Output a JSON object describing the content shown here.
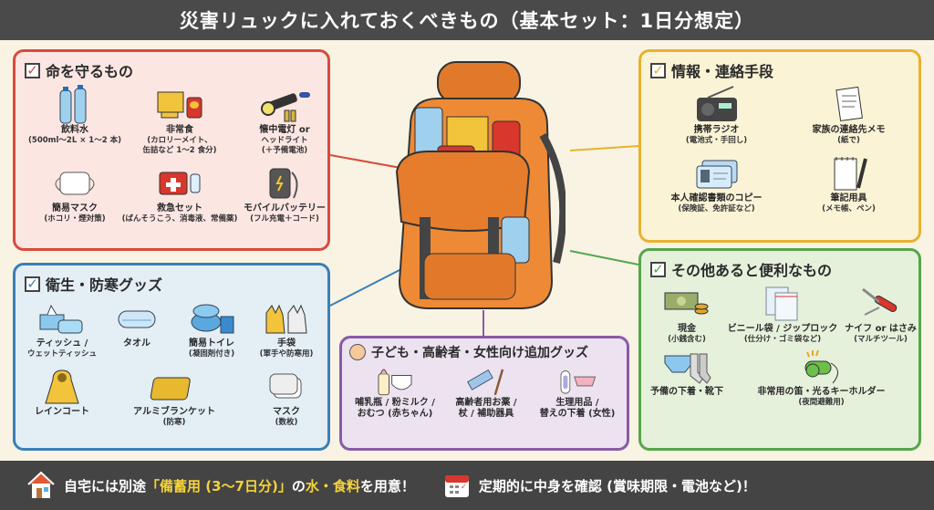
{
  "title": "災害リュックに入れておくべきもの（基本セット：1日分想定）",
  "colors": {
    "red": "#d94a3c",
    "blue": "#3a7fb8",
    "yellow": "#e8b22e",
    "green": "#55a64a",
    "purple": "#8a5aa6",
    "highlight": "#f5d33a"
  },
  "sections": {
    "life": {
      "title": "命を守るもの",
      "items": [
        {
          "icon": "water-bottle",
          "label": "飲料水",
          "sub": "(500ml〜2L × 1〜2 本)"
        },
        {
          "icon": "emergency-food",
          "label": "非常食",
          "sub": "(カロリーメイト、",
          "sub2": "缶詰など 1〜2 食分)"
        },
        {
          "icon": "flashlight",
          "label": "懐中電灯 or",
          "sub": "ヘッドライト",
          "sub2": "(＋予備電池)"
        },
        {
          "icon": "mask",
          "label": "簡易マスク",
          "sub": "(ホコリ・煙対策)"
        },
        {
          "icon": "first-aid-kit",
          "label": "救急セット",
          "sub": "(ばんそうこう、消毒液、常備薬)"
        },
        {
          "icon": "mobile-battery",
          "label": "モバイルバッテリー",
          "sub": "(フル充電＋コード)"
        }
      ]
    },
    "hygiene": {
      "title": "衛生・防寒グッズ",
      "items": [
        {
          "icon": "tissue",
          "label": "ティッシュ /",
          "sub": "ウェットティッシュ"
        },
        {
          "icon": "towel",
          "label": "タオル"
        },
        {
          "icon": "portable-toilet",
          "label": "簡易トイレ",
          "sub": "(凝固剤付き)"
        },
        {
          "icon": "gloves",
          "label": "手袋",
          "sub": "(軍手や防寒用)"
        },
        {
          "icon": "raincoat",
          "label": "レインコート"
        },
        {
          "icon": "thermal-blanket",
          "label": "アルミブランケット",
          "sub": "(防寒)"
        },
        {
          "icon": "masks",
          "label": "マスク",
          "sub": "(数枚)"
        }
      ]
    },
    "info": {
      "title": "情報・連絡手段",
      "items": [
        {
          "icon": "radio",
          "label": "携帯ラジオ",
          "sub": "(電池式・手回し)"
        },
        {
          "icon": "memo",
          "label": "家族の連絡先メモ",
          "sub": "(紙で)"
        },
        {
          "icon": "id-card",
          "label": "本人確認書類のコピー",
          "sub": "(保険証、免許証など)"
        },
        {
          "icon": "notebook-pen",
          "label": "筆記用具",
          "sub": "(メモ帳、ペン)"
        }
      ]
    },
    "other": {
      "title": "その他あると便利なもの",
      "items": [
        {
          "icon": "cash",
          "label": "現金",
          "sub": "(小銭含む)"
        },
        {
          "icon": "zip-bags",
          "label": "ビニール袋 / ジップロック",
          "sub": "(仕分け・ゴミ袋など)"
        },
        {
          "icon": "multi-tool",
          "label": "ナイフ or はさみ",
          "sub": "(マルチツール)"
        },
        {
          "icon": "underwear-socks",
          "label": "予備の下着・靴下"
        },
        {
          "icon": "whistle",
          "label": "非常用の笛・光るキーホルダー",
          "sub": "(夜間避難用)"
        }
      ]
    },
    "extra": {
      "title": "子ども・高齢者・女性向け追加グッズ",
      "items": [
        {
          "icon": "baby-bottle",
          "label": "哺乳瓶 / 粉ミルク /",
          "sub": "おむつ (赤ちゃん)"
        },
        {
          "icon": "pill-case",
          "label": "高齢者用お薬 /",
          "sub": "杖 / 補助器具"
        },
        {
          "icon": "sanitary-pad",
          "label": "生理用品 /",
          "sub": "替えの下着 (女性)"
        }
      ]
    }
  },
  "bottom": {
    "left_a": "自宅には別途",
    "left_hl": "「備蓄用 (3〜7日分)」",
    "left_b": "の",
    "left_hl2": "水・食料",
    "left_c": "を用意！",
    "right": "定期的に中身を確認 (賞味期限・電池など)！"
  }
}
